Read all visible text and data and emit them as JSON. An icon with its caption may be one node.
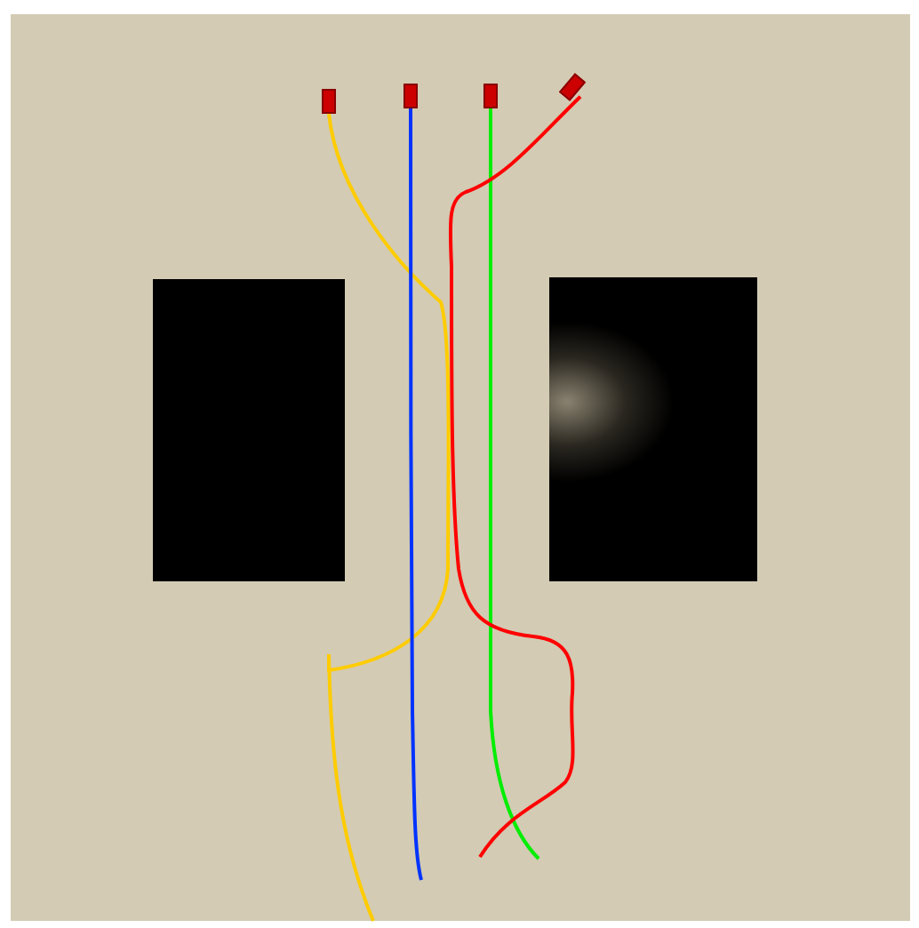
{
  "diagram": {
    "nodes": [
      {
        "text": [],
        "shape": "box"
      },
      {
        "text": [],
        "shape": "box"
      },
      {
        "text": [],
        "shape": "box"
      },
      {
        "text": [],
        "shape": "box"
      },
      {
        "text": [],
        "shape": "box"
      },
      {
        "text": [],
        "shape": "box"
      }
    ],
    "edges": [
      {
        "from": 0,
        "to": null,
        "arrow": "none",
        "color": "#ffcc00"
      },
      {
        "from": 1,
        "to": null,
        "arrow": "none",
        "color": "#0033ff"
      },
      {
        "from": 2,
        "to": null,
        "arrow": "none",
        "color": "#00ee00"
      },
      {
        "from": 3,
        "to": null,
        "arrow": "none",
        "color": "#ff0000"
      }
    ]
  }
}
